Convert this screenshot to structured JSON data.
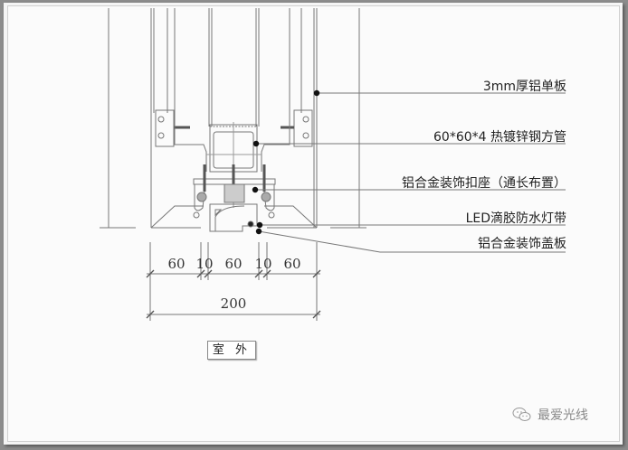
{
  "drawing": {
    "title": "LED light strip cladding joint detail",
    "labels": [
      {
        "id": "panel",
        "text": "3mm厚铝单板"
      },
      {
        "id": "steel-tube",
        "text": "60*60*4 热镀锌钢方管"
      },
      {
        "id": "base",
        "text": "铝合金装饰扣座（通长布置）"
      },
      {
        "id": "led",
        "text": "LED滴胶防水灯带"
      },
      {
        "id": "cover",
        "text": "铝合金装饰盖板"
      }
    ],
    "dimensions": {
      "segments": [
        "60",
        "10",
        "60",
        "10",
        "60"
      ],
      "total": "200"
    },
    "room_label": "室 外"
  },
  "watermark": {
    "icon": "wechat-icon",
    "text": "最爱光线"
  }
}
